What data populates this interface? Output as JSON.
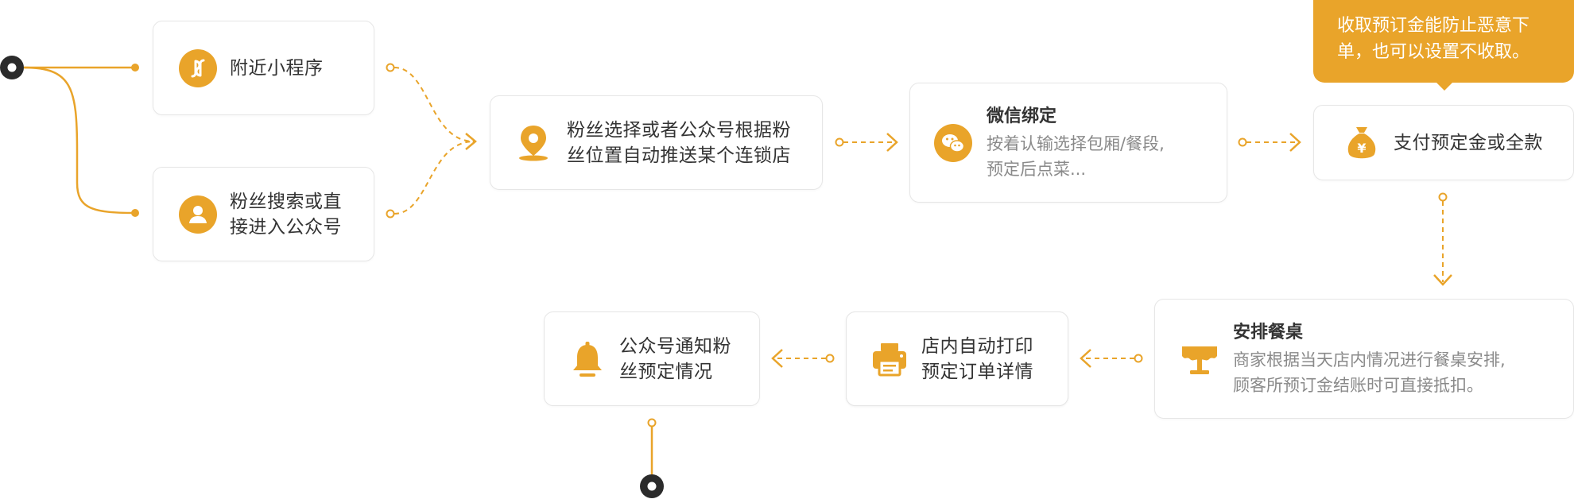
{
  "colors": {
    "accent": "#e9a42a",
    "node_dark": "#2b2b2b",
    "muted": "#8a8a8a"
  },
  "nodes": {
    "mini_program": {
      "text": "附近小程序",
      "icon": "mini-program-icon"
    },
    "search_account": {
      "text": [
        "粉丝搜索或直",
        "接进入公众号"
      ],
      "icon": "user-icon"
    },
    "store_push": {
      "text": [
        "粉丝选择或者公众号根据粉",
        "丝位置自动推送某个连锁店"
      ],
      "icon": "location-pin-icon"
    },
    "wechat_bind": {
      "title": "微信绑定",
      "desc": [
        "按着认输选择包厢/餐段,",
        "预定后点菜..."
      ],
      "icon": "wechat-icon"
    },
    "payment": {
      "text": "支付预定金或全款",
      "icon": "money-bag-icon"
    },
    "arrange_table": {
      "title": "安排餐桌",
      "desc": [
        "商家根据当天店内情况进行餐桌安排,",
        "顾客所预订金结账时可直接抵扣。"
      ],
      "icon": "table-icon"
    },
    "print_order": {
      "text": [
        "店内自动打印",
        "预定订单详情"
      ],
      "icon": "printer-icon"
    },
    "notify": {
      "text": [
        "公众号通知粉",
        "丝预定情况"
      ],
      "icon": "bell-icon"
    }
  },
  "tooltip": {
    "text": [
      "收取预订金能防止恶意下",
      "单，也可以设置不收取。"
    ]
  }
}
